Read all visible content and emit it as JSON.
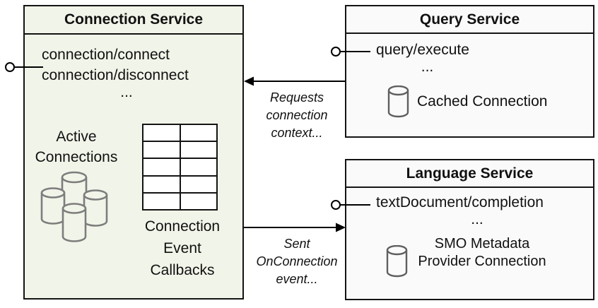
{
  "connection_service": {
    "title": "Connection Service",
    "methods": [
      "connection/connect",
      "connection/disconnect"
    ],
    "ellipsis": "...",
    "active_connections": [
      "Active",
      "Connections"
    ],
    "callbacks": [
      "Connection",
      "Event",
      "Callbacks"
    ]
  },
  "query_service": {
    "title": "Query Service",
    "method": "query/execute",
    "ellipsis": "...",
    "cached_label": "Cached Connection"
  },
  "language_service": {
    "title": "Language Service",
    "method": "textDocument/completion",
    "ellipsis": "...",
    "cached_label": [
      "SMO Metadata",
      "Provider Connection"
    ]
  },
  "annotations": {
    "requests": [
      "Requests",
      "connection",
      "context..."
    ],
    "sent": [
      "Sent",
      "OnConnection",
      "event..."
    ]
  },
  "colors": {
    "connection_fill": "#f1f4e8",
    "service_fill": "#fafafb",
    "border": "#141414",
    "cluster_stroke": "#7d7d7d",
    "db_stroke": "#5f5f5f",
    "line": "#000000"
  }
}
